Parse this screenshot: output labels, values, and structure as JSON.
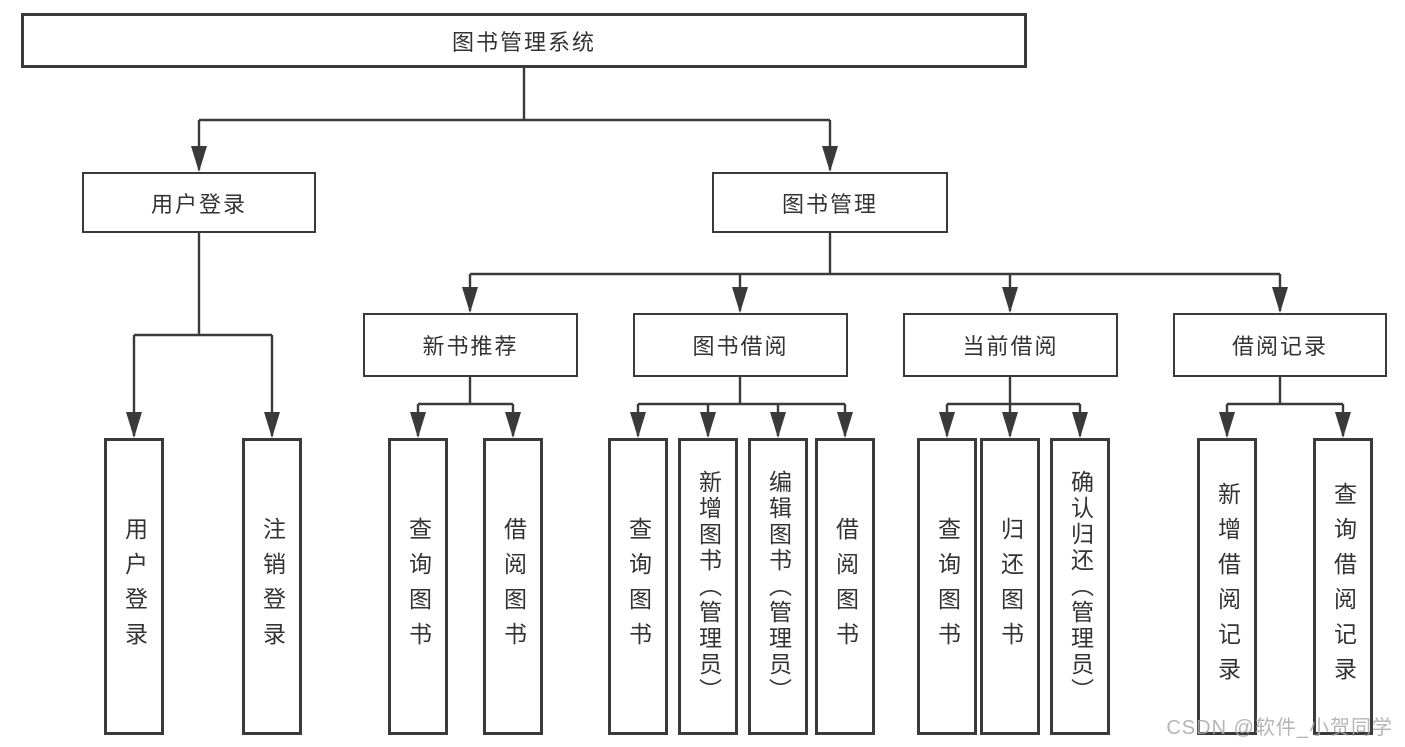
{
  "root": {
    "label": "图书管理系统"
  },
  "level1": [
    {
      "label": "用户登录"
    },
    {
      "label": "图书管理"
    }
  ],
  "level2": [
    {
      "label": "新书推荐"
    },
    {
      "label": "图书借阅"
    },
    {
      "label": "当前借阅"
    },
    {
      "label": "借阅记录"
    }
  ],
  "leaves": {
    "login": [
      "用户登录",
      "注销登录"
    ],
    "recommend": [
      "查询图书",
      "借阅图书"
    ],
    "borrow": [
      "查询图书",
      "新增图书（管理员）",
      "编辑图书（管理员）",
      "借阅图书"
    ],
    "current": [
      "查询图书",
      "归还图书",
      "确认归还（管理员）"
    ],
    "records": [
      "新增借阅记录",
      "查询借阅记录"
    ]
  },
  "watermark": "CSDN @软件_小贺同学",
  "colors": {
    "line": "#3a3a3a",
    "text": "#333333",
    "background": "#ffffff",
    "watermark": "#a8a8a8"
  }
}
